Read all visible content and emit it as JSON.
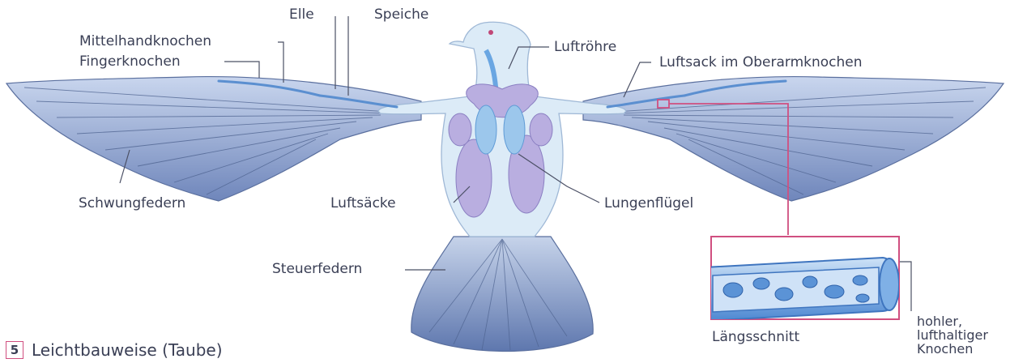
{
  "labels": {
    "elle": "Elle",
    "speiche": "Speiche",
    "mittelhandknochen": "Mittelhandknochen",
    "fingerknochen": "Fingerknochen",
    "luftroehre": "Luftröhre",
    "luftsack_oberarm": "Luftsack im Oberarmknochen",
    "schwungfedern": "Schwungfedern",
    "luftsaecke": "Luftsäcke",
    "lungenfluegel": "Lungenflügel",
    "steuerfedern": "Steuerfedern",
    "laengsschnitt": "Längsschnitt",
    "knochen_line1": "hohler,",
    "knochen_line2": "lufthaltiger",
    "knochen_line3": "Knochen"
  },
  "caption": {
    "number": "5",
    "title": "Leichtbauweise (Taube)"
  },
  "colors": {
    "feather": "#8fa6cf",
    "body": "#dcebf7",
    "organ": "#b9aee0",
    "lung": "#9cc7ec",
    "accent": "#d04f80",
    "text": "#3a3f55"
  }
}
